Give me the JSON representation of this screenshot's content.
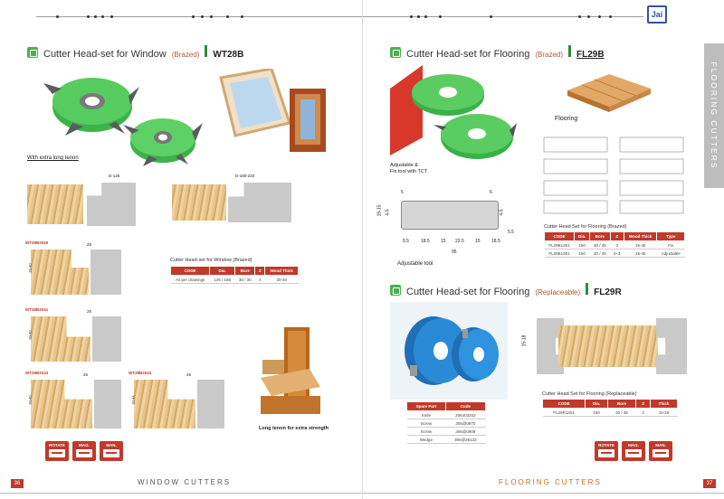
{
  "left": {
    "title": {
      "main": "Cutter Head-set for Window",
      "sub": "(Brazed)",
      "code": "WT28B"
    },
    "caption_tenon": "With extra long tenon",
    "dims": {
      "d1": "D-126",
      "d2": "D-180-220"
    },
    "profiles": [
      "WT28B2040",
      "WT28B2041",
      "WT28B2043",
      "WT28B2044"
    ],
    "dim_small": [
      "25",
      "25",
      "25",
      "25"
    ],
    "dim_side": [
      "30-40",
      "30-40",
      "30-40",
      "30-44"
    ],
    "table_title": "Cutter Head-set for Window (Brazed)",
    "table": {
      "headers": [
        "CODE",
        "Dia.",
        "Bore",
        "Z",
        "Wood Thick"
      ],
      "rows": [
        [
          "As per drawings",
          "125 / 166",
          "30 / 35",
          "4",
          "30-40"
        ]
      ]
    },
    "caption_long_tenon": "Long tenon for extra strength",
    "buttons": [
      "ROTATE",
      "MAG.",
      "MAN."
    ],
    "footer": "WINDOW CUTTERS",
    "page_number": "36"
  },
  "right": {
    "brand": "Jai",
    "side_tab": "FLOORING CUTTERS",
    "title1": {
      "main": "Cutter Head-set for Flooring",
      "sub": "(Brazed)",
      "code": "FL29B"
    },
    "caption_adjustable": [
      "Adjustable &",
      "Fix tool with TCT"
    ],
    "caption_flooring": "Flooring",
    "section_dims": {
      "top_left": "5",
      "top_right": "6",
      "left_outer": "19-15",
      "left_inner": "4-5",
      "right_inner": "4-5",
      "right_small": "5.5",
      "bottom": [
        "5.5",
        "18.5",
        "15",
        "22.5",
        "15",
        "18.5"
      ],
      "total": "95"
    },
    "caption_adjustable_tool": "Adjustable tool",
    "table1_title": "Cutter Head Set for Flooring (Brazed)",
    "table1": {
      "headers": [
        "CODE",
        "Dia.",
        "Bore",
        "Z",
        "Wood Thick",
        "Type"
      ],
      "rows": [
        [
          "FL29B1301",
          "150",
          "30 / 35",
          "3",
          "15-45",
          "Fix"
        ],
        [
          "FL29B1301",
          "150",
          "30 / 35",
          "3+3",
          "15-45",
          "Adjustable"
        ]
      ]
    },
    "title2": {
      "main": "Cutter Head-set for Flooring",
      "sub": "(Replaceable)",
      "code": "FL29R"
    },
    "spare_table": {
      "headers": [
        "Spare Part",
        "Code"
      ],
      "rows": [
        [
          "Knife",
          "206403202"
        ],
        [
          "Screw",
          "305@0870"
        ],
        [
          "Screw",
          "306@0908"
        ],
        [
          "Wedge",
          "306@25122"
        ]
      ]
    },
    "profile_dim": "15-18",
    "table2_title": "Cutter Head Set for Flooring (Replaceable)",
    "table2": {
      "headers": [
        "CODE",
        "Dia.",
        "Bore",
        "Z",
        "Thick"
      ],
      "rows": [
        [
          "FL29R1301",
          "150",
          "30 / 35",
          "2",
          "15-18"
        ]
      ]
    },
    "buttons": [
      "ROTATE",
      "MAG.",
      "MAN."
    ],
    "footer": "FLOORING CUTTERS",
    "page_number": "37"
  }
}
